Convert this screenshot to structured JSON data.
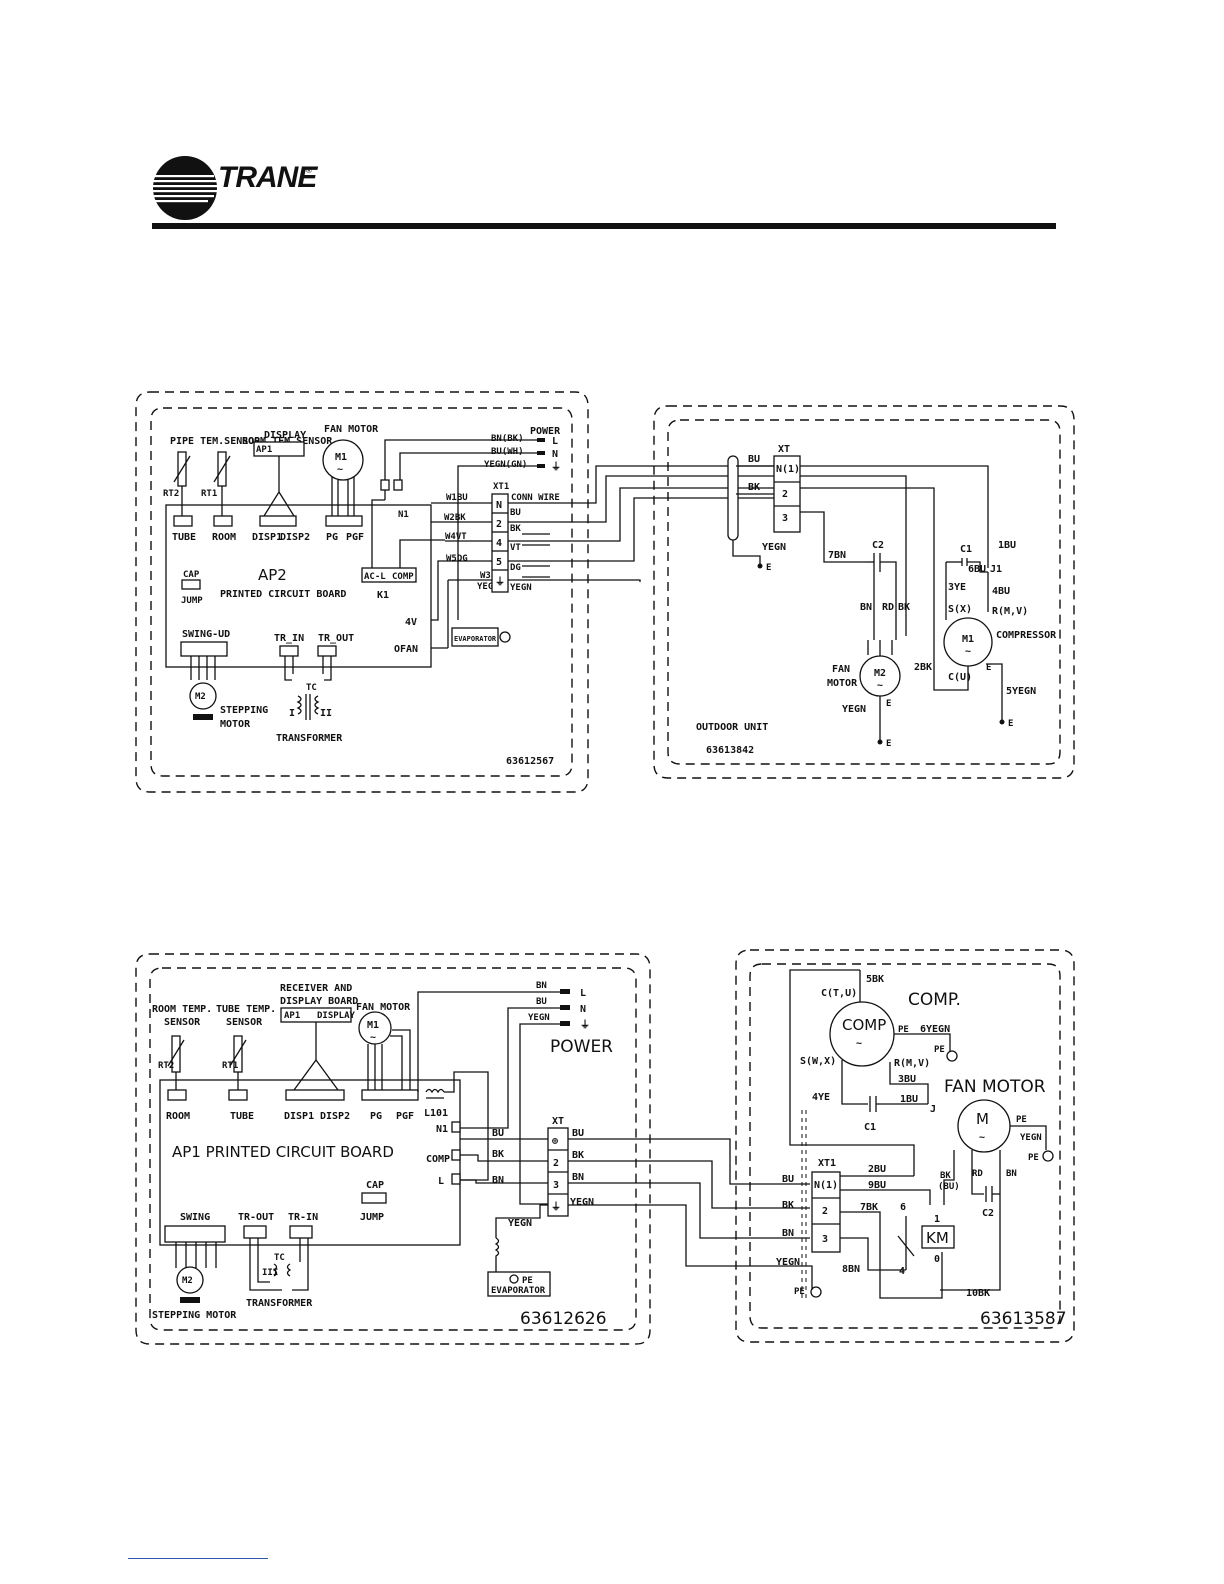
{
  "brand": {
    "name": "TRANE",
    "reg_mark": "®"
  },
  "diagram1": {
    "indoor": {
      "pipe_sensor": "PIPE TEM.SENSOR",
      "room_sensor": "ROOM TEM.SENSOR",
      "display": "DISPLAY",
      "ap1": "AP1",
      "fan_motor": "FAN MOTOR",
      "m1": "M1",
      "power": "POWER",
      "power_wires": [
        "BN(BK)",
        "BU(WH)",
        "YEGN(GN)"
      ],
      "power_terms": [
        "L",
        "N",
        "⏚"
      ],
      "rt2": "RT2",
      "rt1": "RT1",
      "tube": "TUBE",
      "room": "ROOM",
      "disp1": "DISP1",
      "disp2": "DISP2",
      "pg": "PG",
      "pgf": "PGF",
      "n1": "N1",
      "w1bu": "W1BU",
      "w2bk": "W2BK",
      "w4vt": "W4VT",
      "w5dg": "W5DG",
      "w3": "W3",
      "xt1": "XT1",
      "conn_wire": "CONN WIRE",
      "terms": [
        "N",
        "2",
        "4",
        "5",
        "⏚"
      ],
      "term_colors": [
        "BU",
        "BK",
        "VT",
        "DG",
        "YEGN"
      ],
      "yegn_small": "YEGN",
      "ac_l": "AC-L",
      "comp": "COMP",
      "k1": "K1",
      "cap": "CAP",
      "jump": "JUMP",
      "ap2": "AP2",
      "pcb": "PRINTED CIRCUIT BOARD",
      "v4": "4V",
      "ofan": "OFAN",
      "evaporator": "EVAPORATOR",
      "swing_ud": "SWING-UD",
      "tr_in": "TR_IN",
      "tr_out": "TR_OUT",
      "tc": "TC",
      "coil_i": "I",
      "coil_ii": "II",
      "m2": "M2",
      "stepping": "STEPPING",
      "motor": "MOTOR",
      "transformer": "TRANSFORMER",
      "code": "63612567"
    },
    "outdoor": {
      "xt": "XT",
      "terms": [
        "N(1)",
        "2",
        "3"
      ],
      "bu": "BU",
      "bk": "BK",
      "yegn": "YEGN",
      "e": "E",
      "c2": "C2",
      "bn7": "7BN",
      "bn": "BN",
      "rd": "RD",
      "bkw": "BK",
      "fan": "FAN",
      "motor": "MOTOR",
      "m2": "M2",
      "c1": "C1",
      "bu1": "1BU",
      "ye3": "3YE",
      "bu6": "6BU",
      "j1": "J1",
      "bu4": "4BU",
      "s": "S(X)",
      "r": "R(M,V)",
      "m1": "M1",
      "compressor": "COMPRESSOR",
      "bk2": "2BK",
      "c": "C(U)",
      "yegn5": "5YEGN",
      "outdoor_unit": "OUTDOOR UNIT",
      "code": "63613842"
    }
  },
  "diagram2": {
    "indoor": {
      "room_sensor": [
        "ROOM TEMP.",
        "SENSOR"
      ],
      "tube_sensor": [
        "TUBE TEMP.",
        "SENSOR"
      ],
      "receiver": [
        "RECEIVER AND",
        "DISPLAY BOARD"
      ],
      "ap1": "AP1",
      "display": "DISPLAY",
      "fan_motor": "FAN MOTOR",
      "m1": "M1",
      "rt2": "RT2",
      "rt1": "RT1",
      "room": "ROOM",
      "tube": "TUBE",
      "disp1": "DISP1",
      "disp2": "DISP2",
      "pg": "PG",
      "pgf": "PGF",
      "l101": "L101",
      "power_wires": [
        "BN",
        "BU",
        "YEGN"
      ],
      "power_terms": [
        "L",
        "N",
        "⏚"
      ],
      "power": "POWER",
      "pcb": "AP1 PRINTED CIRCUIT BOARD",
      "n1": "N1",
      "comp": "COMP",
      "l": "L",
      "xt": "XT",
      "in_colors": [
        "BU",
        "BK",
        "BN"
      ],
      "terms": [
        "⊕",
        "2",
        "3",
        "⏚"
      ],
      "out_colors": [
        "BU",
        "BK",
        "BN",
        "YEGN"
      ],
      "cap": "CAP",
      "jump": "JUMP",
      "swing": "SWING",
      "tr_out": "TR-OUT",
      "tr_in": "TR-IN",
      "tc": "TC",
      "coil": "III",
      "m2": "M2",
      "stepping_motor": "STEPPING MOTOR",
      "transformer": "TRANSFORMER",
      "yegn": "YEGN",
      "evaporator": "EVAPORATOR",
      "pe": "PE",
      "code": "63612626"
    },
    "outdoor": {
      "ctu": "C(T,U)",
      "bk5": "5BK",
      "comp_title": "COMP.",
      "comp": "COMP",
      "pe": "PE",
      "yegn6": "6YEGN",
      "swx": "S(W,X)",
      "rmv": "R(M,V)",
      "bu3": "3BU",
      "fan_motor": "FAN MOTOR",
      "m": "M",
      "ye4": "4YE",
      "bu1": "1BU",
      "j": "J",
      "c1": "C1",
      "yegn": "YEGN",
      "xt1": "XT1",
      "terms": [
        "N(1)",
        "2",
        "3"
      ],
      "bu": "BU",
      "bk": "BK",
      "bn": "BN",
      "bu2": "2BU",
      "bu9": "9BU",
      "bk7": "7BK",
      "bkbu": [
        "BK",
        "(BU)"
      ],
      "rd": "RD",
      "bn_w": "BN",
      "c2": "C2",
      "n6": "6",
      "n1": "1",
      "km": "KM",
      "n0": "0",
      "n4": "4",
      "bn8": "8BN",
      "bk10": "10BK",
      "code": "63613587"
    }
  }
}
